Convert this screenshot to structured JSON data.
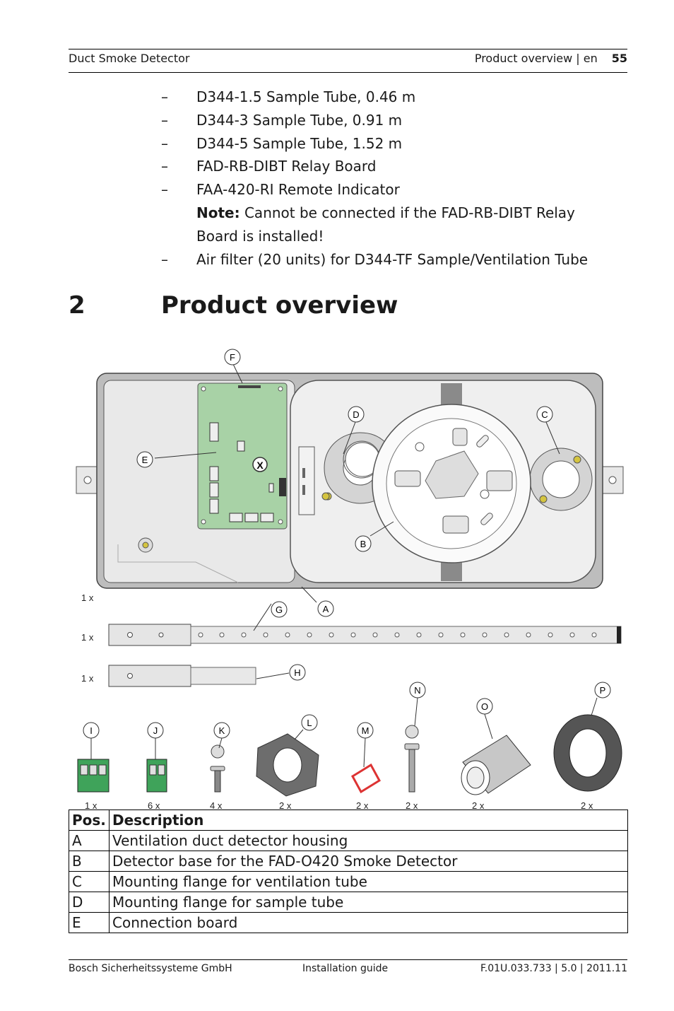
{
  "header": {
    "doc_title": "Duct Smoke Detector",
    "section": "Product overview | en",
    "page_number": "55"
  },
  "accessory_list": [
    {
      "dash": "–",
      "text": "D344-1.5 Sample Tube, 0.46 m"
    },
    {
      "dash": "–",
      "text": "D344-3 Sample Tube, 0.91 m"
    },
    {
      "dash": "–",
      "text": "D344-5 Sample Tube, 1.52 m"
    },
    {
      "dash": "–",
      "text": "FAD-RB-DIBT Relay Board"
    },
    {
      "dash": "–",
      "text": "FAA-420-RI Remote Indicator"
    },
    {
      "dash": "–",
      "text": "Air filter (20 units) for D344-TF Sample/Ventilation Tube"
    }
  ],
  "note": {
    "label": "Note:",
    "line1": " Cannot be connected if the FAD-RB-DIBT Relay",
    "line2": "Board is installed!"
  },
  "heading": {
    "number": "2",
    "title": "Product overview"
  },
  "figure": {
    "callouts": {
      "A": "A",
      "B": "B",
      "C": "C",
      "D": "D",
      "E": "E",
      "F": "F",
      "G": "G",
      "H": "H",
      "I": "I",
      "J": "J",
      "K": "K",
      "L": "L",
      "M": "M",
      "N": "N",
      "O": "O",
      "P": "P"
    },
    "board_mark": "X",
    "quantities": {
      "housing": "1 x",
      "strap_long": "1 x",
      "strap_short": "1 x",
      "I": "1 x",
      "J": "6 x",
      "K": "4 x",
      "L": "2 x",
      "M": "2 x",
      "N": "2 x",
      "O": "2 x",
      "P": "2 x"
    }
  },
  "table": {
    "headers": {
      "pos": "Pos.",
      "description": "Description"
    },
    "rows": [
      {
        "pos": "A",
        "description": "Ventilation duct detector housing"
      },
      {
        "pos": "B",
        "description": "Detector base for the FAD-O420 Smoke Detector"
      },
      {
        "pos": "C",
        "description": "Mounting flange for ventilation tube"
      },
      {
        "pos": "D",
        "description": "Mounting flange for sample tube"
      },
      {
        "pos": "E",
        "description": "Connection board"
      }
    ]
  },
  "footer": {
    "company": "Bosch Sicherheitssysteme GmbH",
    "doc_type": "Installation guide",
    "doc_id": "F.01U.033.733 | 5.0 | 2011.11"
  }
}
